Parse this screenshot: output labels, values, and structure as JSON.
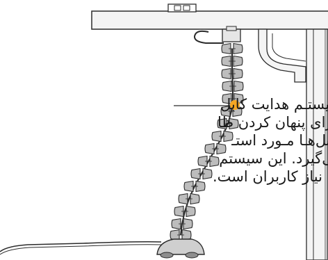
{
  "caption": {
    "lines": [
      "سیستـم هدایت کابل",
      "بـرای پنهان کردن ظا",
      "کابل‌هـا مـورد استـ",
      "می‌گیرد. این سیستم",
      "نیاز کاربران است."
    ]
  },
  "colors": {
    "accent_dot": "#f5a623",
    "line": "#2b2b2b",
    "segment_fill": "#bdbdbd",
    "desk_fill": "#f4f4f4"
  }
}
